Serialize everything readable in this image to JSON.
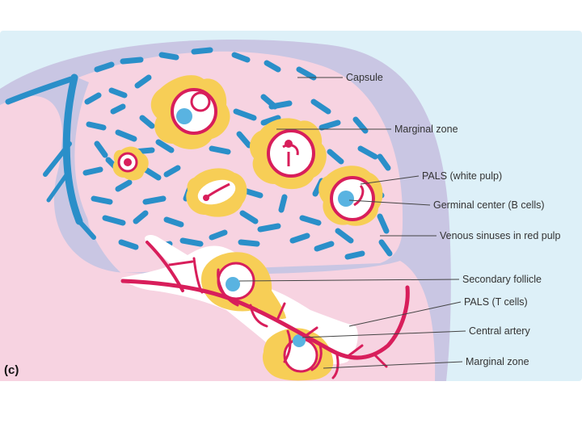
{
  "panel_label": "(c)",
  "labels": {
    "capsule": "Capsule",
    "marginal_zone_top": "Marginal zone",
    "pals_white_pulp": "PALS (white pulp)",
    "germinal_center": "Germinal center (B cells)",
    "venous_sinuses": "Venous sinuses in red pulp",
    "secondary_follicle": "Secondary follicle",
    "pals_t_cells": "PALS (T cells)",
    "central_artery": "Central artery",
    "marginal_zone_bottom": "Marginal zone"
  },
  "colors": {
    "background": "#ddf0f8",
    "capsule": "#c9c6e3",
    "red_pulp": "#f7d3e1",
    "sinus": "#2a8fc9",
    "marginal_zone": "#f7ce56",
    "artery": "#d81e5b",
    "germinal": "#59b3e1"
  }
}
